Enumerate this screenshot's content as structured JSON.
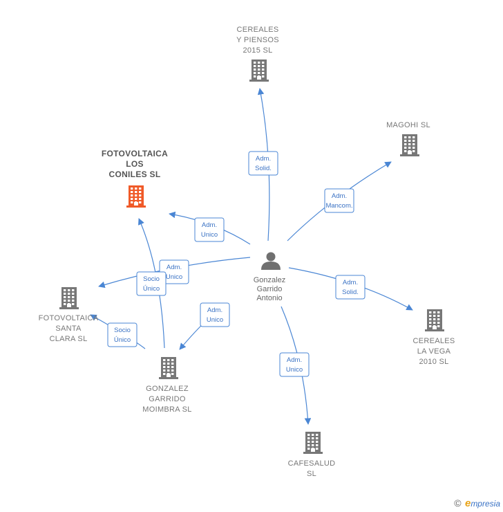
{
  "center": {
    "lines": [
      "Gonzalez",
      "Garrido",
      "Antonio"
    ],
    "icon": "person-icon"
  },
  "companies": [
    {
      "id": "cereales-piensos",
      "lines": [
        "CEREALES",
        "Y PIENSOS",
        "2015  SL"
      ],
      "highlight": false,
      "icon": "building-icon"
    },
    {
      "id": "magohi",
      "lines": [
        "MAGOHI  SL"
      ],
      "highlight": false,
      "icon": "building-icon"
    },
    {
      "id": "fotovoltaica-coniles",
      "lines": [
        "FOTOVOLTAICA",
        "LOS",
        "CONILES  SL"
      ],
      "highlight": true,
      "icon": "building-icon"
    },
    {
      "id": "fotovoltaica-santa-clara",
      "lines": [
        "FOTOVOLTAICA",
        "SANTA",
        "CLARA  SL"
      ],
      "highlight": false,
      "icon": "building-icon"
    },
    {
      "id": "cereales-vega",
      "lines": [
        "CEREALES",
        "LA VEGA",
        "2010 SL"
      ],
      "highlight": false,
      "icon": "building-icon"
    },
    {
      "id": "gonzalez-garrido-moimbra",
      "lines": [
        "GONZALEZ",
        "GARRIDO",
        "MOIMBRA  SL"
      ],
      "highlight": false,
      "icon": "building-icon"
    },
    {
      "id": "cafesalud",
      "lines": [
        "CAFESALUD",
        "SL"
      ],
      "highlight": false,
      "icon": "building-icon"
    }
  ],
  "relations": [
    {
      "id": "r1",
      "lines": [
        "Adm.",
        "Solid."
      ]
    },
    {
      "id": "r2",
      "lines": [
        "Adm.",
        "Mancom."
      ]
    },
    {
      "id": "r3",
      "lines": [
        "Adm.",
        "Unico"
      ]
    },
    {
      "id": "r4",
      "lines": [
        "Adm.",
        "Unico"
      ]
    },
    {
      "id": "r5",
      "lines": [
        "Socio",
        "Único"
      ]
    },
    {
      "id": "r6",
      "lines": [
        "Adm.",
        "Solid."
      ]
    },
    {
      "id": "r7",
      "lines": [
        "Adm.",
        "Unico"
      ]
    },
    {
      "id": "r8",
      "lines": [
        "Socio",
        "Único"
      ]
    },
    {
      "id": "r9",
      "lines": [
        "Adm.",
        "Unico"
      ]
    }
  ],
  "colors": {
    "building": "#777777",
    "building_highlight": "#f05a28",
    "edge": "#4a86d4",
    "person": "#707070"
  },
  "footer": {
    "copyright": "©",
    "brand_initial": "e",
    "brand_rest": "mpresia"
  }
}
